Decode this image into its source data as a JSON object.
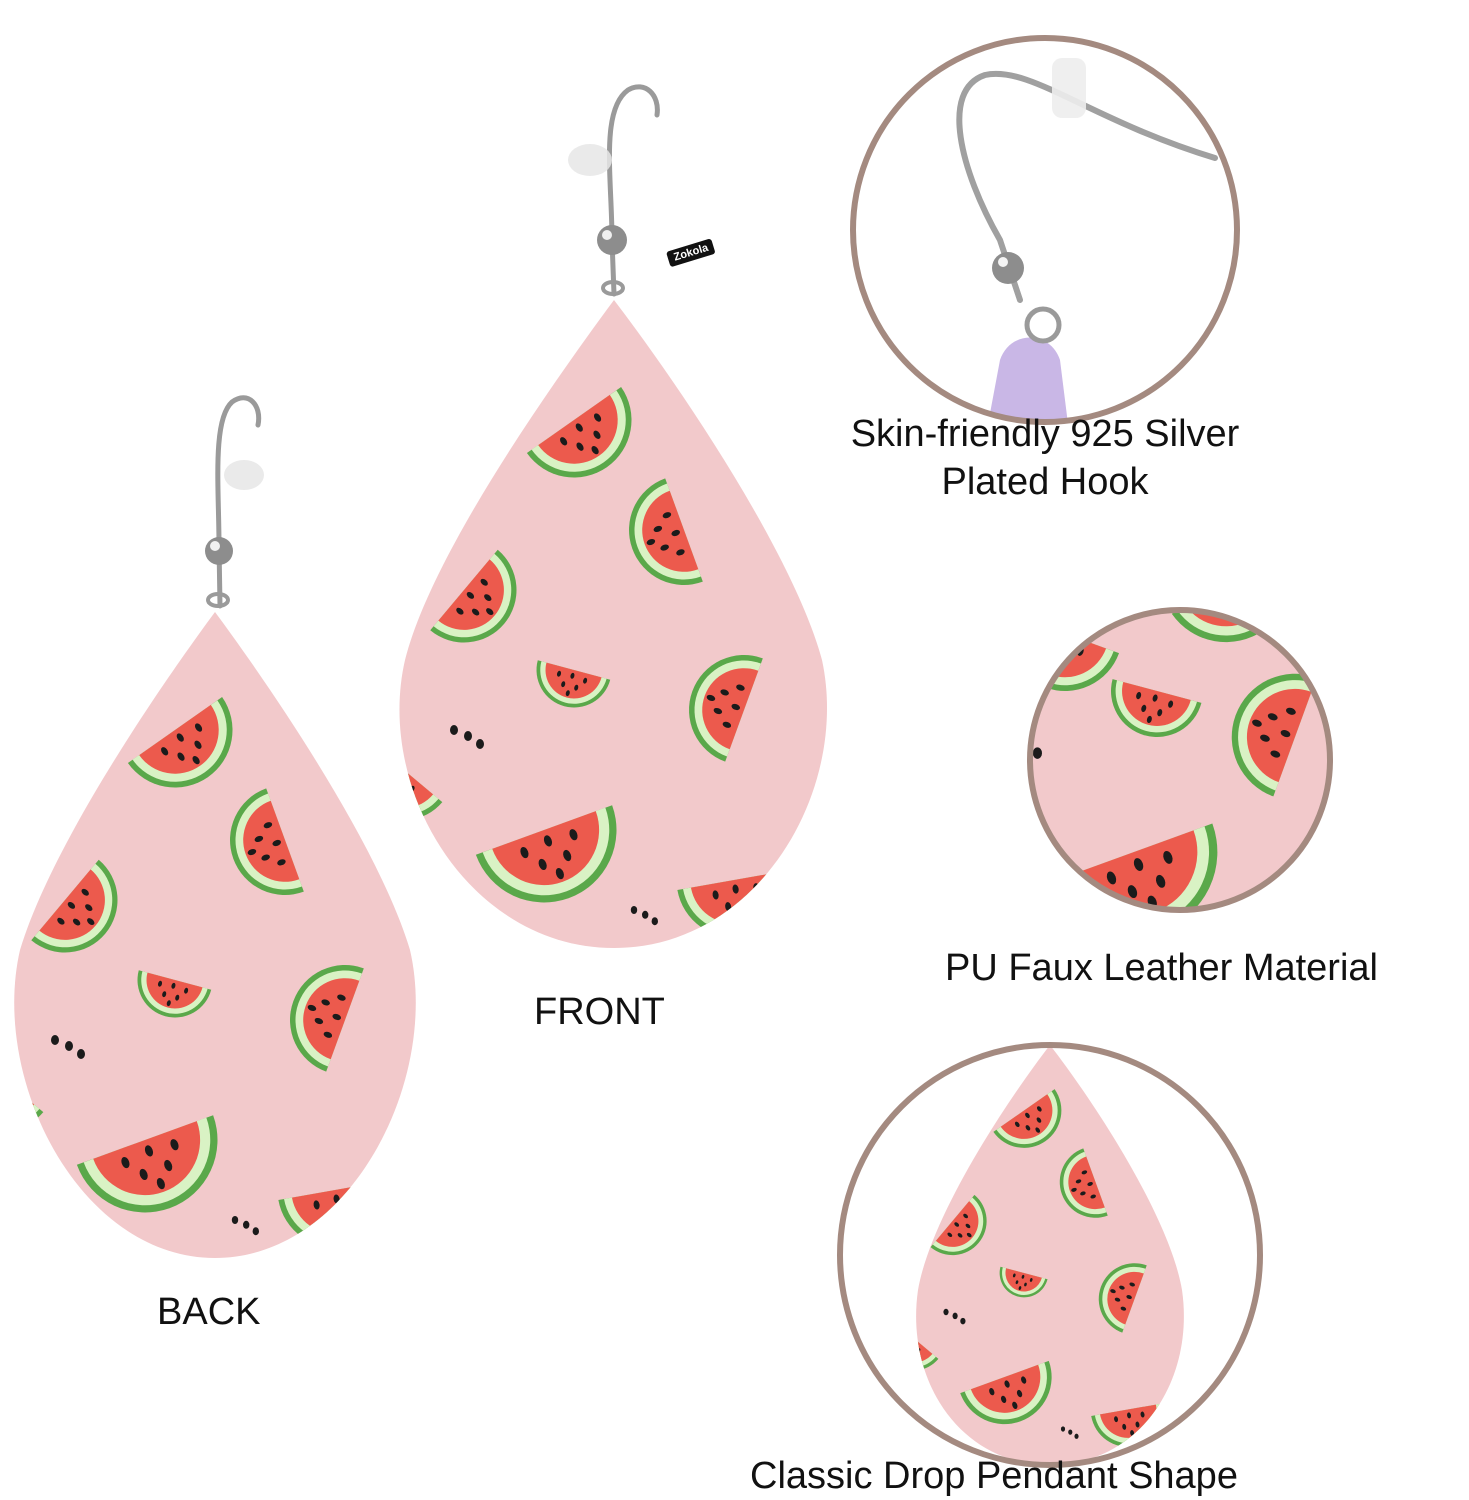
{
  "brand_tag": "Zokola",
  "views": {
    "front_label": "FRONT",
    "back_label": "BACK"
  },
  "features": [
    {
      "id": "hook",
      "caption_line1": "Skin-friendly 925 Silver",
      "caption_line2": "Plated Hook"
    },
    {
      "id": "material",
      "caption_line1": "PU Faux Leather Material",
      "caption_line2": ""
    },
    {
      "id": "shape",
      "caption_line1": "Classic Drop Pendant Shape",
      "caption_line2": ""
    }
  ],
  "colors": {
    "leather_pink": "#f2c9cb",
    "melon_flesh": "#ec5a4d",
    "melon_rind_light": "#d9f2c4",
    "melon_rind_dark": "#5aa84a",
    "seed": "#1b1b1b",
    "circle_border": "#a48a80",
    "metal": "#9a9a9a"
  },
  "icons": [
    "watermelon-slice-icon",
    "earring-hook-icon",
    "teardrop-pendant-icon"
  ]
}
